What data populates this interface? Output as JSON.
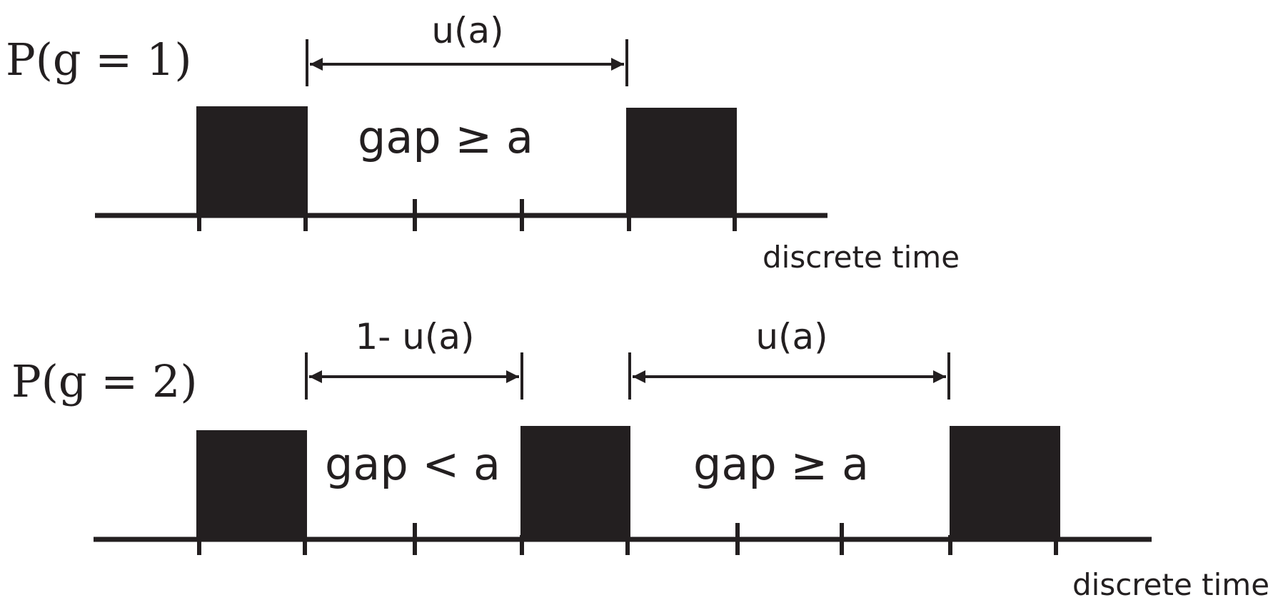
{
  "colors": {
    "ink": "#231f20",
    "background": "#ffffff"
  },
  "panels": [
    {
      "probability_label": "P(g = 1)",
      "time_axis_label": "discrete time",
      "spans": [
        {
          "label": "u(a)"
        }
      ],
      "gap_labels": [
        "gap ≥ a"
      ]
    },
    {
      "probability_label": "P(g = 2)",
      "time_axis_label": "discrete time",
      "spans": [
        {
          "label": "1- u(a)"
        },
        {
          "label": "u(a)"
        }
      ],
      "gap_labels": [
        "gap < a",
        "gap ≥ a"
      ]
    }
  ]
}
